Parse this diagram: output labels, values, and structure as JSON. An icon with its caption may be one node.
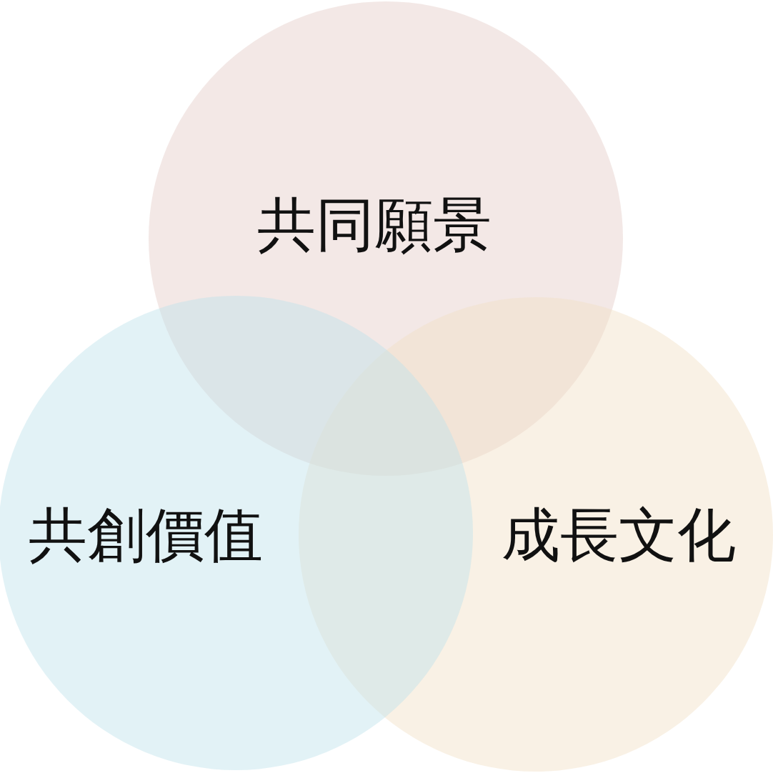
{
  "diagram": {
    "nodes": [
      {
        "text": [
          "共同願景"
        ]
      },
      {
        "text": [
          "共創價值"
        ]
      },
      {
        "text": [
          "成長文化"
        ]
      }
    ]
  }
}
